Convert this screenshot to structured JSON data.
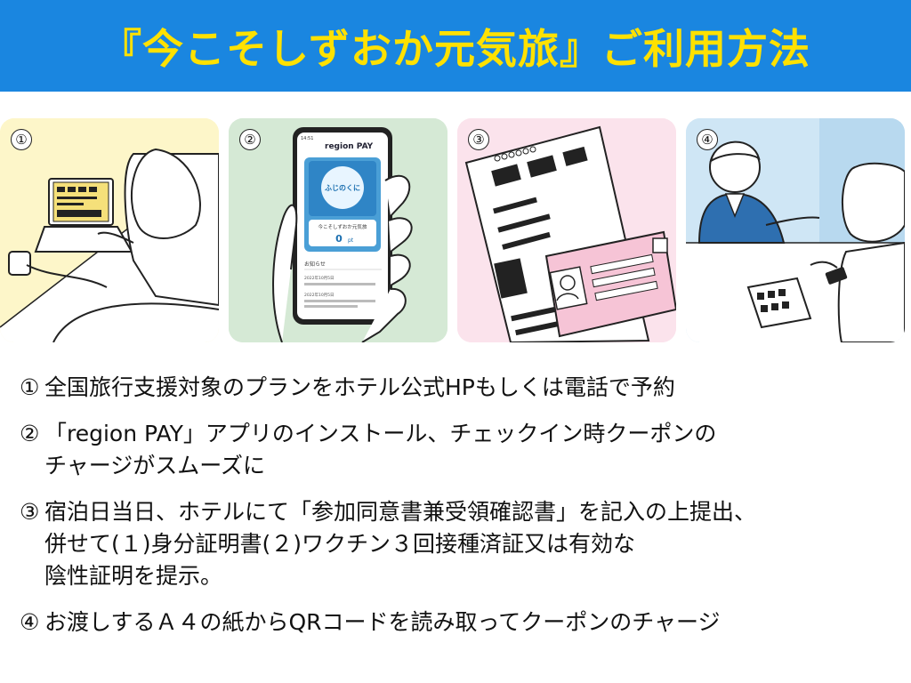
{
  "header": {
    "title": "『今こそしずおか元気旅』ご利用方法"
  },
  "panels": [
    {
      "num": "①",
      "bg": "#fdf6c9"
    },
    {
      "num": "②",
      "bg": "#d5e9d5",
      "phone": {
        "status_time": "14:51",
        "app_name": "region PAY",
        "card_logo": "ふじのくに",
        "card_sub": "今こそしずおか元気旅",
        "points_value": "0",
        "points_unit": "pt",
        "news_title": "お知らせ",
        "news_date_1": "2022年10月5日",
        "news_date_2": "2022年10月5日"
      }
    },
    {
      "num": "③",
      "bg": "#fbe3ec"
    },
    {
      "num": "④",
      "bg": "#cfe6f5"
    }
  ],
  "steps": [
    {
      "mark": "①",
      "text": "全国旅行支援対象のプランをホテル公式HPもしくは電話で予約"
    },
    {
      "mark": "②",
      "text": "「region PAY」アプリのインストール、チェックイン時クーポンの\nチャージがスムーズに"
    },
    {
      "mark": "③",
      "text": "宿泊日当日、ホテルにて「参加同意書兼受領確認書」を記入の上提出、\n併せて(１)身分証明書(２)ワクチン３回接種済証又は有効な\n陰性証明を提示。"
    },
    {
      "mark": "④",
      "text": "お渡しするＡ４の紙からQRコードを読み取ってクーポンのチャージ"
    }
  ]
}
